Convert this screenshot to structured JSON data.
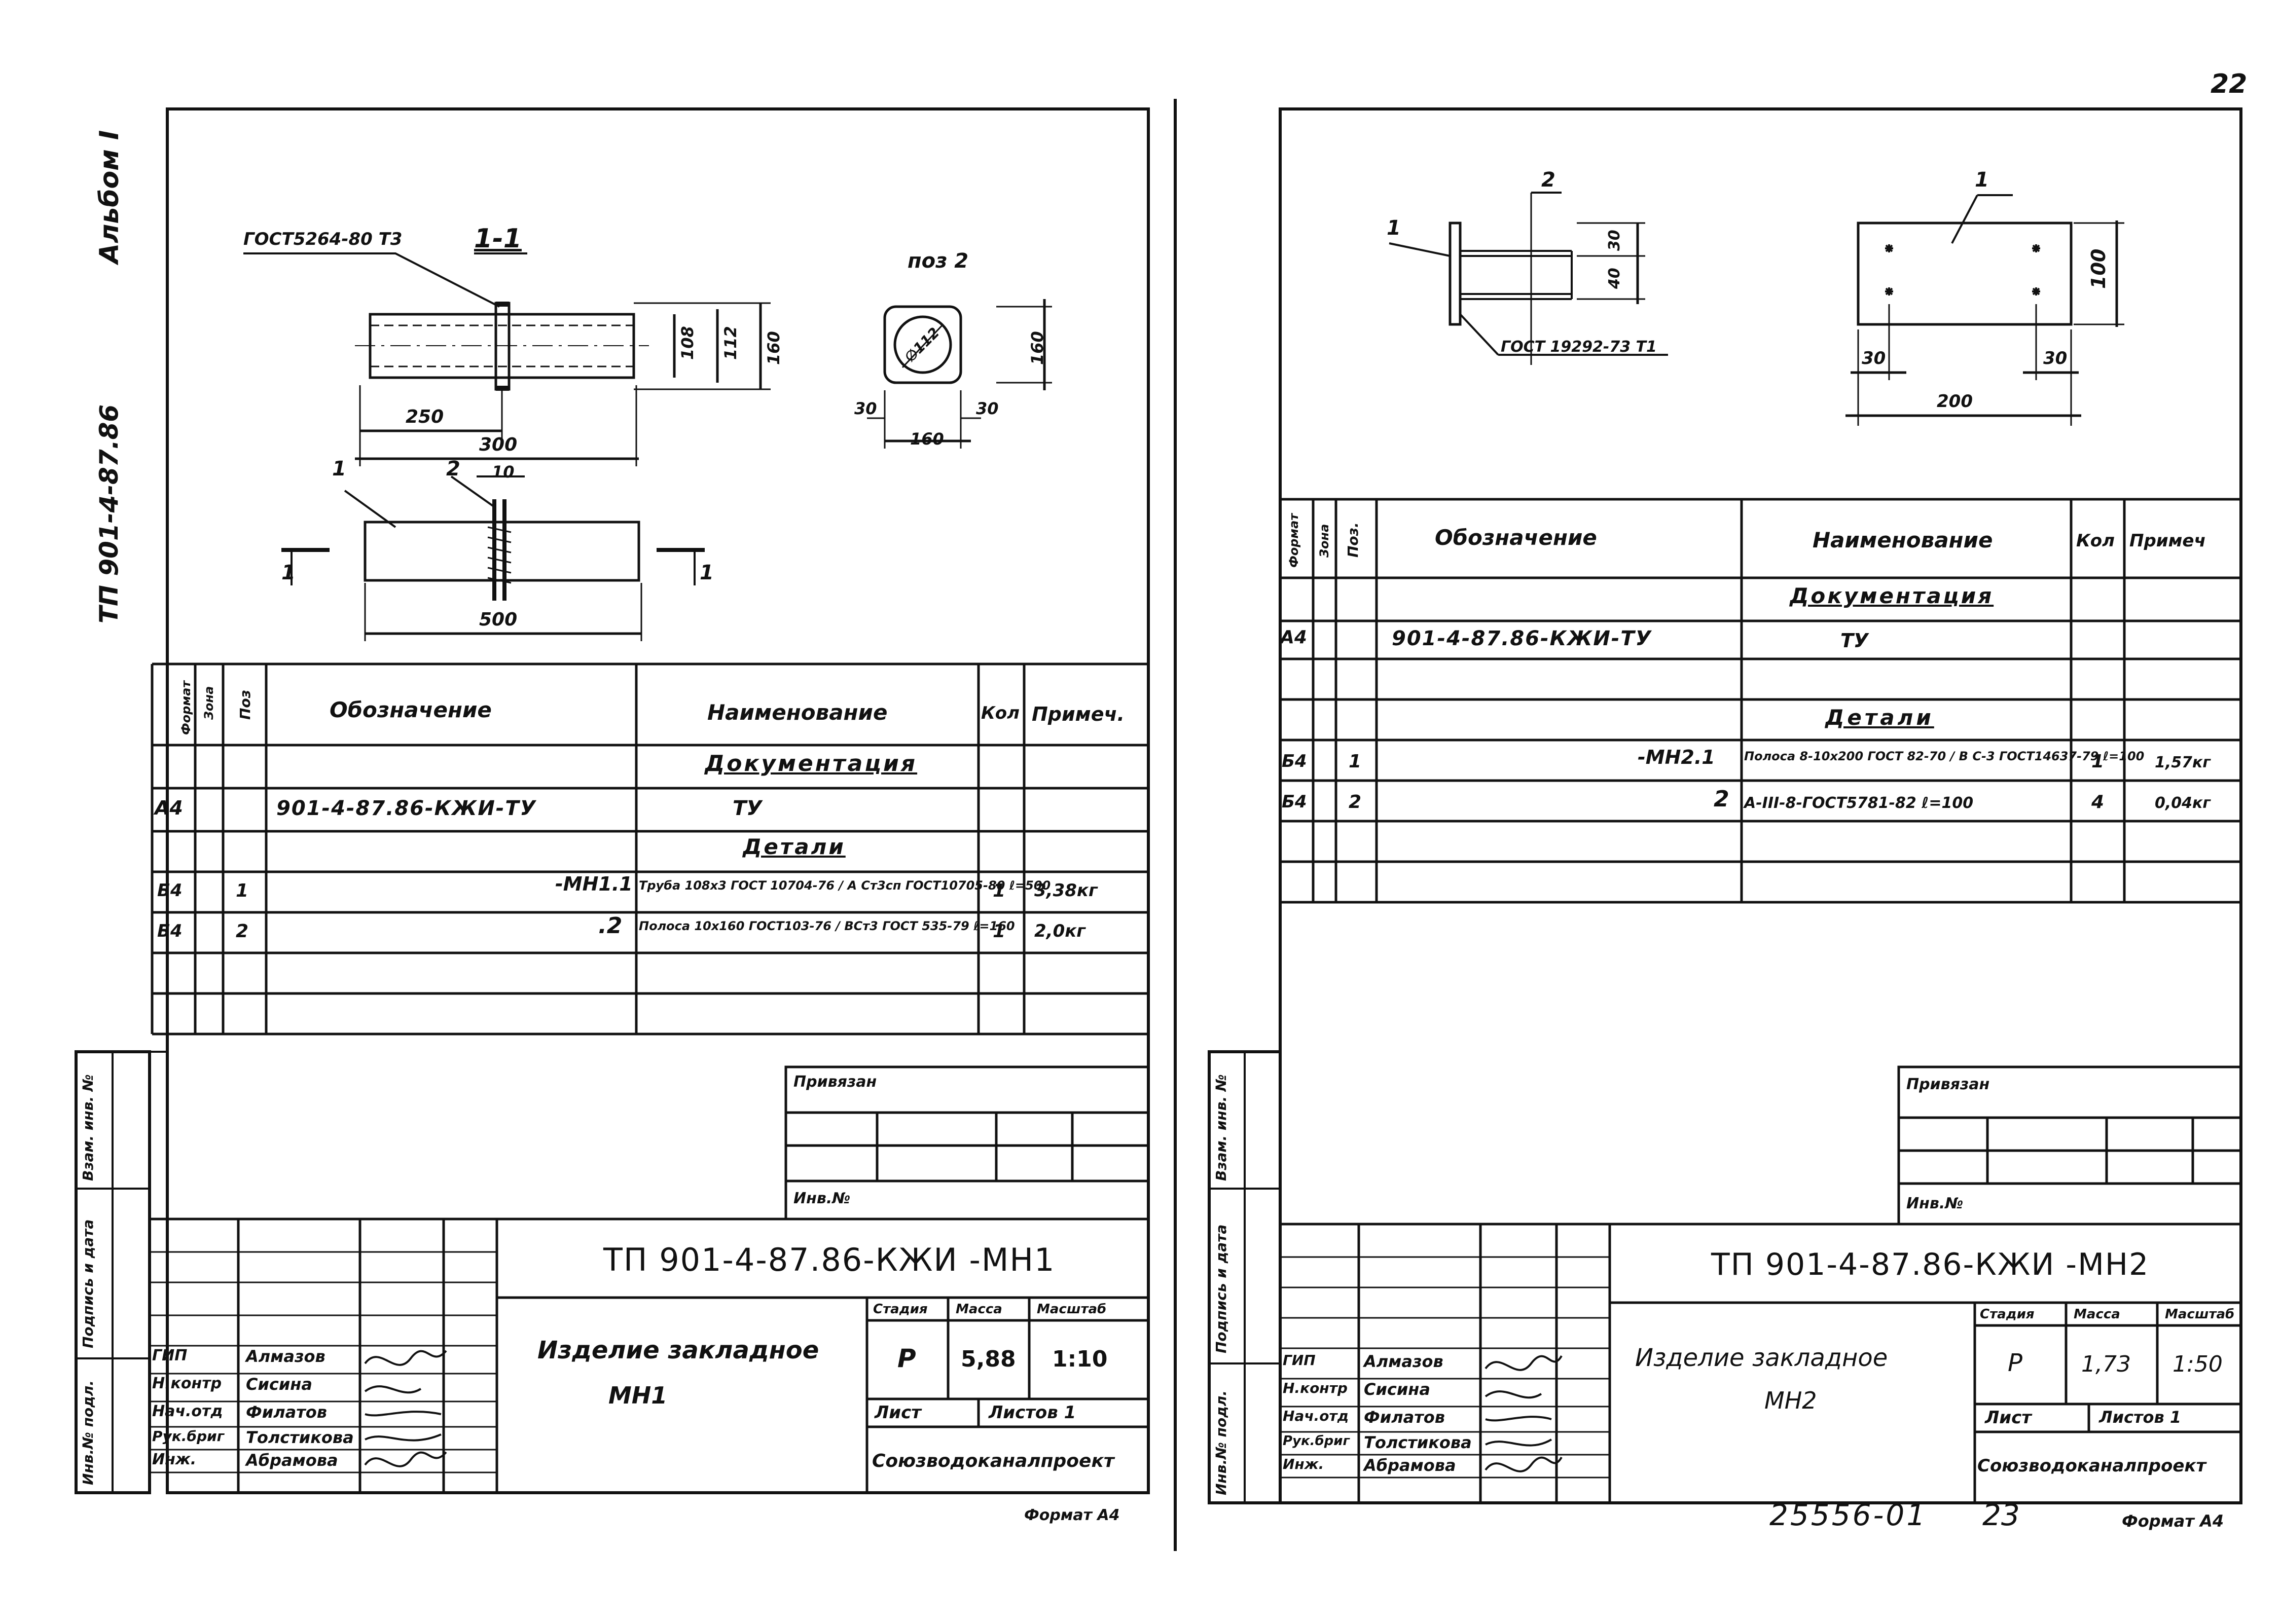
{
  "page_number": "22",
  "left": {
    "side_album": "Альбом I",
    "side_code": "ТП 901-4-87.86",
    "section_title": "1-1",
    "weld_note": "ГОСТ5264-80 Т3",
    "pos2_label": "поз 2",
    "pipe_diameter": "∅112",
    "dims": {
      "d250": "250",
      "d300": "300",
      "d500": "500",
      "d108": "108",
      "d112": "112",
      "d160": "160",
      "d30a": "30",
      "d30b": "30",
      "d160h": "160",
      "d160v": "160",
      "d10": "10"
    },
    "callout_1": "1",
    "callout_2": "2",
    "section_mark": "1",
    "spec_header": {
      "format": "Формат",
      "zone": "Зона",
      "pos": "Поз",
      "designation": "Обозначение",
      "name": "Наименование",
      "qty": "Кол",
      "note": "Примеч."
    },
    "spec_rows": [
      {
        "format": "",
        "zone": "",
        "pos": "",
        "designation": "",
        "name": "Документация",
        "qty": "",
        "note": ""
      },
      {
        "format": "А4",
        "zone": "",
        "pos": "",
        "designation": "901-4-87.86-КЖИ-ТУ",
        "name": "ТУ",
        "qty": "",
        "note": ""
      },
      {
        "format": "",
        "zone": "",
        "pos": "",
        "designation": "",
        "name": "Детали",
        "qty": "",
        "note": ""
      },
      {
        "format": "Б4",
        "zone": "",
        "pos": "1",
        "designation": "-МН1.1",
        "name": "Труба 108х3 ГОСТ 10704-76 / А Ст3сп ГОСТ10705-80   ℓ=500",
        "qty": "1",
        "note": "3,38кг"
      },
      {
        "format": "Б4",
        "zone": "",
        "pos": "2",
        "designation": ".2",
        "name": "Полоса 10х160 ГОСТ103-76 / ВСт3 ГОСТ 535-79   ℓ=160",
        "qty": "1",
        "note": "2,0кг"
      }
    ],
    "side_stamp": [
      "Инв.№ подл.",
      "Подпись и дата",
      "Взам. инв. №"
    ],
    "privyazan": "Привязан",
    "inv_no": "Инв.№",
    "doc_code": "ТП 901-4-87.86-КЖИ   -МН1",
    "item_name": "Изделие закладное",
    "item_mark": "МН1",
    "col_stage": "Стадия",
    "col_mass": "Масса",
    "col_scale": "Масштаб",
    "stage": "Р",
    "mass": "5,88",
    "scale": "1:10",
    "sheet": "Лист",
    "sheets": "Листов 1",
    "org": "Союзводоканалпроект",
    "staff": [
      {
        "role": "ГИП",
        "name": "Алмазов"
      },
      {
        "role": "Н.контр",
        "name": "Сисина"
      },
      {
        "role": "Нач.отд",
        "name": "Филатов"
      },
      {
        "role": "Рук.бриг",
        "name": "Толстикова"
      },
      {
        "role": "Инж.",
        "name": "Абрамова"
      }
    ],
    "format": "Формат А4"
  },
  "right": {
    "callout_1": "1",
    "callout_2": "2",
    "callout_plate": "1",
    "weld_note": "ГОСТ 19292-73 Т1",
    "dims": {
      "d30v": "30",
      "d40": "40",
      "d100": "100",
      "d30a": "30",
      "d30b": "30",
      "d200": "200"
    },
    "spec_header": {
      "format": "Формат",
      "zone": "Зона",
      "pos": "Поз.",
      "designation": "Обозначение",
      "name": "Наименование",
      "qty": "Кол",
      "note": "Примеч"
    },
    "spec_rows": [
      {
        "format": "",
        "zone": "",
        "pos": "",
        "designation": "",
        "name": "Документация",
        "qty": "",
        "note": ""
      },
      {
        "format": "А4",
        "zone": "",
        "pos": "",
        "designation": "901-4-87.86-КЖИ-ТУ",
        "name": "ТУ",
        "qty": "",
        "note": ""
      },
      {
        "format": "",
        "zone": "",
        "pos": "",
        "designation": "",
        "name": "",
        "qty": "",
        "note": ""
      },
      {
        "format": "",
        "zone": "",
        "pos": "",
        "designation": "",
        "name": "Детали",
        "qty": "",
        "note": ""
      },
      {
        "format": "Б4",
        "zone": "",
        "pos": "1",
        "designation": "-МН2.1",
        "name": "Полоса 8-10х200 ГОСТ 82-70 / В С-3 ГОСТ14637-79   ℓ=100",
        "qty": "1",
        "note": "1,57кг"
      },
      {
        "format": "Б4",
        "zone": "",
        "pos": "2",
        "designation": "2",
        "name": "А-III-8-ГОСТ5781-82   ℓ=100",
        "qty": "4",
        "note": "0,04кг"
      }
    ],
    "side_stamp": [
      "Инв.№ подл.",
      "Подпись и дата",
      "Взам. инв. №"
    ],
    "privyazan": "Привязан",
    "inv_no": "Инв.№",
    "doc_code": "ТП 901-4-87.86-КЖИ     -МН2",
    "item_name": "Изделие закладное",
    "item_mark": "МН2",
    "col_stage": "Стадия",
    "col_mass": "Масса",
    "col_scale": "Масштаб",
    "stage": "Р",
    "mass": "1,73",
    "scale": "1:50",
    "sheet": "Лист",
    "sheets": "Листов 1",
    "org": "Союзводоканалпроект",
    "staff": [
      {
        "role": "ГИП",
        "name": "Алмазов"
      },
      {
        "role": "Н.контр",
        "name": "Сисина"
      },
      {
        "role": "Нач.отд",
        "name": "Филатов"
      },
      {
        "role": "Рук.бриг",
        "name": "Толстикова"
      },
      {
        "role": "Инж.",
        "name": "Абрамова"
      }
    ],
    "footer_code": "25556-01",
    "footer_page": "23",
    "format": "Формат А4"
  }
}
